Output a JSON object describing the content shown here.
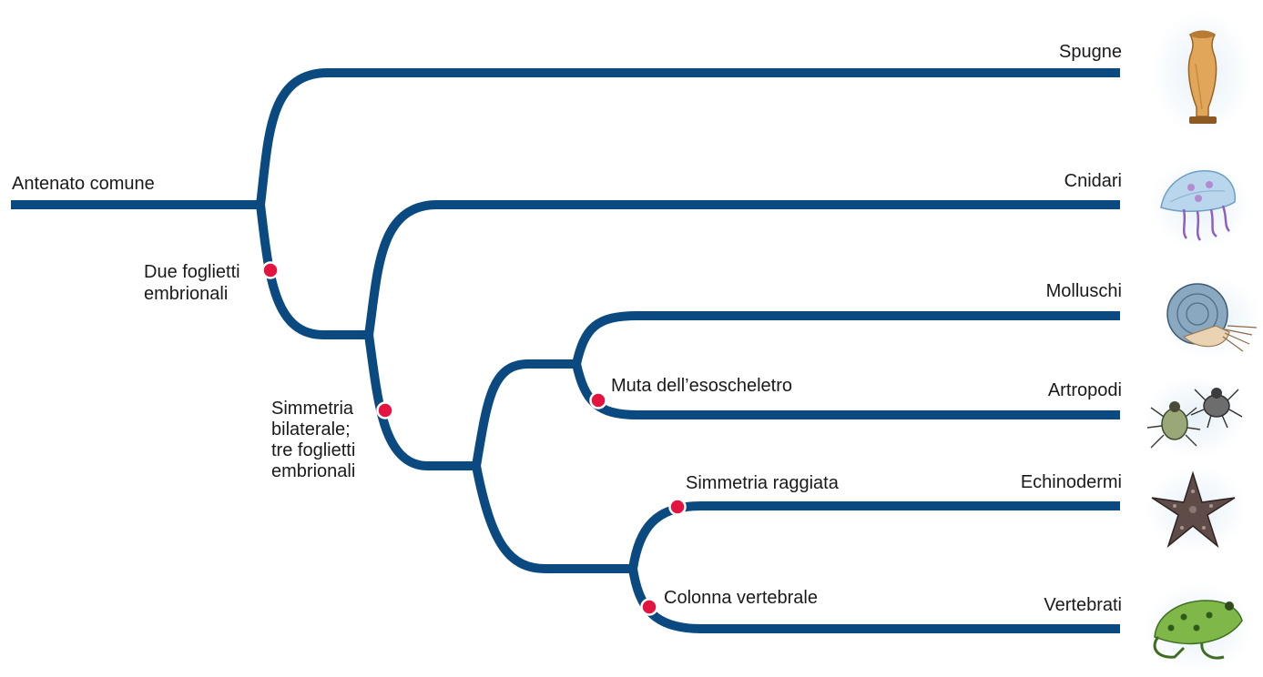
{
  "root": {
    "label": "Antenato comune"
  },
  "taxa": [
    {
      "id": "spugne",
      "label": "Spugne",
      "icon": "sponge-illustration"
    },
    {
      "id": "cnidari",
      "label": "Cnidari",
      "icon": "jellyfish-illustration"
    },
    {
      "id": "molluschi",
      "label": "Molluschi",
      "icon": "nautilus-illustration"
    },
    {
      "id": "artropodi",
      "label": "Artropodi",
      "icon": "beetle-illustration"
    },
    {
      "id": "echinodermi",
      "label": "Echinodermi",
      "icon": "starfish-illustration"
    },
    {
      "id": "vertebrati",
      "label": "Vertebrati",
      "icon": "frog-illustration"
    }
  ],
  "traits": [
    {
      "id": "due-foglietti",
      "lines": [
        "Due foglietti",
        "embrionali"
      ]
    },
    {
      "id": "simmetria-bilaterale",
      "lines": [
        "Simmetria",
        "bilaterale;",
        "tre foglietti",
        "embrionali"
      ]
    },
    {
      "id": "muta",
      "lines": [
        "Muta dell’esoscheletro"
      ]
    },
    {
      "id": "simmetria-raggiata",
      "lines": [
        "Simmetria raggiata"
      ]
    },
    {
      "id": "colonna-vertebrale",
      "lines": [
        "Colonna vertebrale"
      ]
    }
  ],
  "colors": {
    "branch": "#0a4a80",
    "trait_marker": "#e3143f",
    "text": "#1a1a1a"
  }
}
